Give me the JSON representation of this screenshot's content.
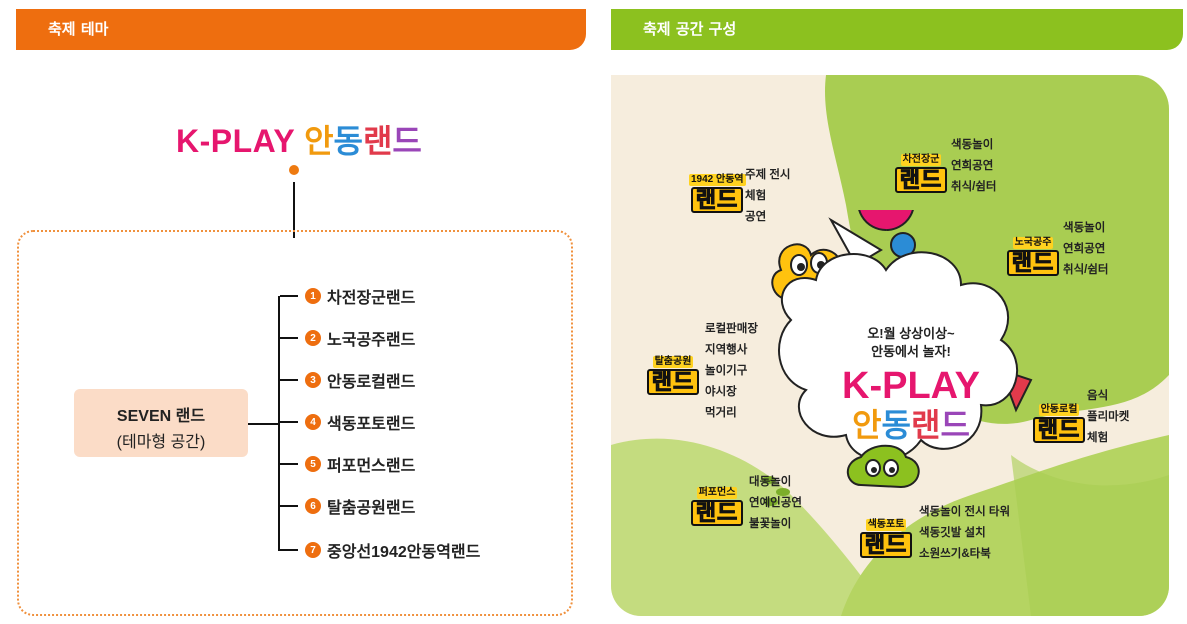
{
  "left": {
    "header": "축제 테마",
    "logo_prefix": "K-PLAY",
    "logo_chars": [
      "안",
      "동",
      "랜",
      "드"
    ],
    "seven_line1": "SEVEN 랜드",
    "seven_line2": "(테마형 공간)",
    "items": [
      {
        "num": "1",
        "label": "차전장군랜드"
      },
      {
        "num": "2",
        "label": "노국공주랜드"
      },
      {
        "num": "3",
        "label": "안동로컬랜드"
      },
      {
        "num": "4",
        "label": "색동포토랜드"
      },
      {
        "num": "5",
        "label": "퍼포먼스랜드"
      },
      {
        "num": "6",
        "label": "탈춤공원랜드"
      },
      {
        "num": "7",
        "label": "중앙선1942안동역랜드"
      }
    ],
    "colors": {
      "accent": "#ee6e0f",
      "seven_bg": "#fbdcc7",
      "logo_pink": "#e6166e"
    }
  },
  "right": {
    "header": "축제 공간 구성",
    "cloud_line1": "오!월 상상이상~",
    "cloud_line2": "안동에서 놀자!",
    "cloud_title1": "K-PLAY",
    "cloud_title2_chars": [
      "안",
      "동",
      "랜",
      "드"
    ],
    "zones": [
      {
        "badge_top": "1942 안동역",
        "badge_big": "랜드",
        "lines": [
          "주제 전시",
          "체험",
          "공연"
        ]
      },
      {
        "badge_top": "차전장군",
        "badge_big": "랜드",
        "lines": [
          "색동놀이",
          "연희공연",
          "취식/쉼터"
        ]
      },
      {
        "badge_top": "노국공주",
        "badge_big": "랜드",
        "lines": [
          "색동놀이",
          "연희공연",
          "취식/쉼터"
        ]
      },
      {
        "badge_top": "탈춤공원",
        "badge_big": "랜드",
        "lines": [
          "로컬판매장",
          "지역행사",
          "놀이기구",
          "야시장",
          "먹거리"
        ]
      },
      {
        "badge_top": "안동로컬",
        "badge_big": "랜드",
        "lines": [
          "음식",
          "플리마켓",
          "체험"
        ]
      },
      {
        "badge_top": "퍼포먼스",
        "badge_big": "랜드",
        "lines": [
          "대동놀이",
          "연예인공연",
          "불꽃놀이"
        ]
      },
      {
        "badge_top": "색동포토",
        "badge_big": "랜드",
        "lines": [
          "색동놀이 전시 타워",
          "색동깃발 설치",
          "소원쓰기&타북"
        ]
      }
    ],
    "colors": {
      "accent": "#8cc11f",
      "green_light": "#c4dc7f",
      "green_mid": "#a9cd52",
      "cream": "#f6eddd"
    }
  }
}
